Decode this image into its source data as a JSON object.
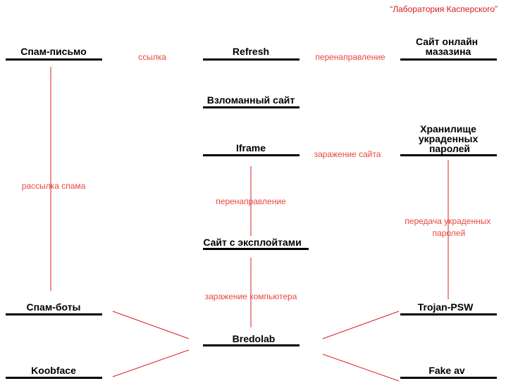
{
  "credit": "“Лаборатория Касперского”",
  "nodes": {
    "spam_letter": "Спам-письмо",
    "refresh": "Refresh",
    "shop_site": [
      "Сайт онлайн",
      "мазазина"
    ],
    "hacked_site": "Взломанный сайт",
    "iframe": "Iframe",
    "password_storage": [
      "Хранилище",
      "украденных",
      "паролей"
    ],
    "exploit_site": "Сайт с эксплойтами",
    "spam_bots": "Спам-боты",
    "trojan_psw": "Trojan-PSW",
    "bredolab": "Bredolab",
    "koobface": "Koobface",
    "fake_av": "Fake av"
  },
  "edges": {
    "link": "ссылка",
    "redirect_top": "перенаправление",
    "spam_mailing": "рассылка спама",
    "site_infection": "заражение сайта",
    "redirect_mid": "перенаправление",
    "password_transfer": [
      "передача украденных",
      "паролей"
    ],
    "computer_infection": "заражение компьютера"
  },
  "colors": {
    "edge": "#d82020",
    "edge_label": "#e8473f",
    "node": "#000000"
  }
}
